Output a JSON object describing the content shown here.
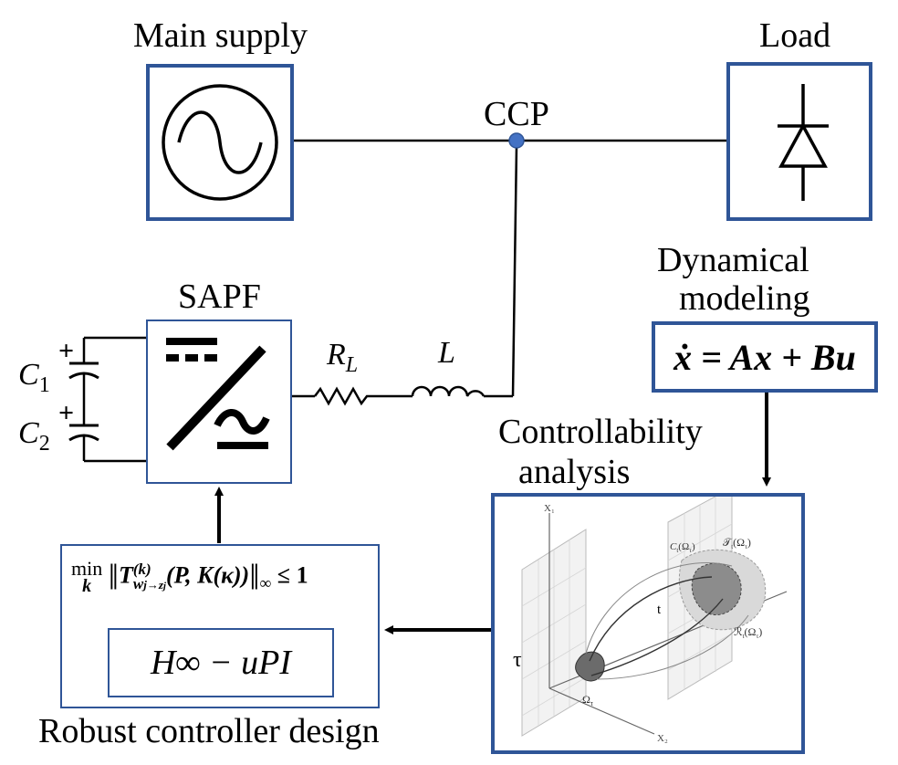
{
  "labels": {
    "main_supply": "Main supply",
    "load": "Load",
    "ccp": "CCP",
    "sapf": "SAPF",
    "dynamical_modeling_line1": "Dynamical",
    "dynamical_modeling_line2": "modeling",
    "controllability_line1": "Controllability",
    "controllability_line2": "analysis",
    "robust_controller": "Robust controller design"
  },
  "components": {
    "resistor": "R",
    "resistor_sub": "L",
    "inductor": "L",
    "cap1": "C",
    "cap1_sub": "1",
    "cap2": "C",
    "cap2_sub": "2",
    "plus": "+"
  },
  "equations": {
    "state_space": "ẋ = Ax + Bu",
    "optimization_min": "min",
    "optimization_min_var": "k",
    "optimization_T": "T",
    "optimization_T_sup": "(k)",
    "optimization_T_sub": "w",
    "optimization_T_subsub": "j→z",
    "optimization_T_subsubsub": "j",
    "optimization_args": "(P, K(κ))",
    "optimization_norm_sub": "∞",
    "optimization_rhs": "≤ 1",
    "controller": "H∞ − uPI"
  },
  "reachability_figure": {
    "axis_x1": "X₁",
    "axis_x2": "X₂",
    "tau": "τ",
    "t": "t",
    "omega_tau": "Ω",
    "omega_tau_sub": "τ",
    "set_C": "C",
    "set_C_arg": "(Ω",
    "set_T": "𝒯",
    "set_T_arg": "(Ω",
    "set_R": "ℛ",
    "set_R_arg": "(Ω",
    "sub_t": "t",
    "sub_tau": "τ",
    "close": ")"
  },
  "colors": {
    "box_border": "#2f5597",
    "ccp_node": "#4472c4",
    "line": "#000000"
  }
}
